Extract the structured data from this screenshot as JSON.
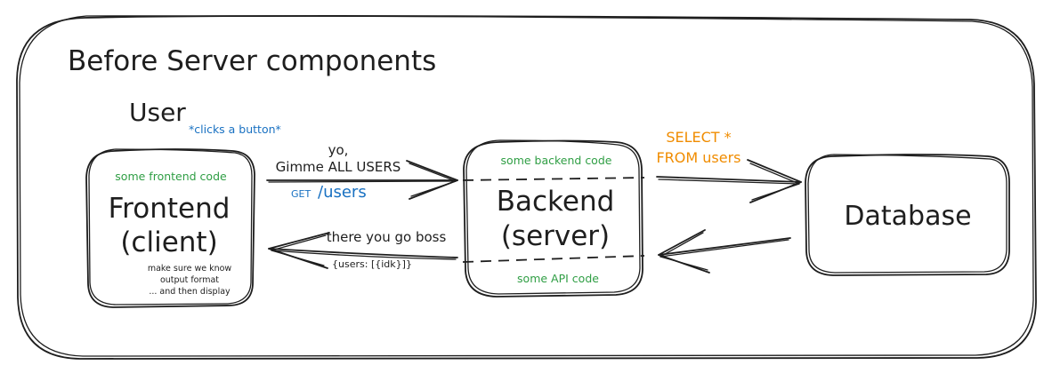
{
  "diagram": {
    "title": "Before Server components",
    "user": {
      "label": "User",
      "action": "*clicks a button*"
    },
    "frontend": {
      "top_note": "some frontend code",
      "label_line1": "Frontend",
      "label_line2": "(client)",
      "bottom_note_line1": "make sure we know",
      "bottom_note_line2": "output format",
      "bottom_note_line3": "... and then display"
    },
    "backend": {
      "top_note": "some backend code",
      "label_line1": "Backend",
      "label_line2": "(server)",
      "bottom_note": "some API code"
    },
    "database": {
      "label": "Database"
    },
    "edges": {
      "request_line1": "yo,",
      "request_line2": "Gimme ALL USERS",
      "request_method": "GET",
      "request_path": "/users",
      "response_line1": "there you go boss",
      "response_payload": "{users: [{idk}]}",
      "query_line1": "SELECT *",
      "query_line2": "FROM users"
    },
    "colors": {
      "stroke": "#1e1e1e",
      "note_green": "#2f9e44",
      "http_blue": "#1971c2",
      "sql_orange": "#f08c00"
    }
  }
}
